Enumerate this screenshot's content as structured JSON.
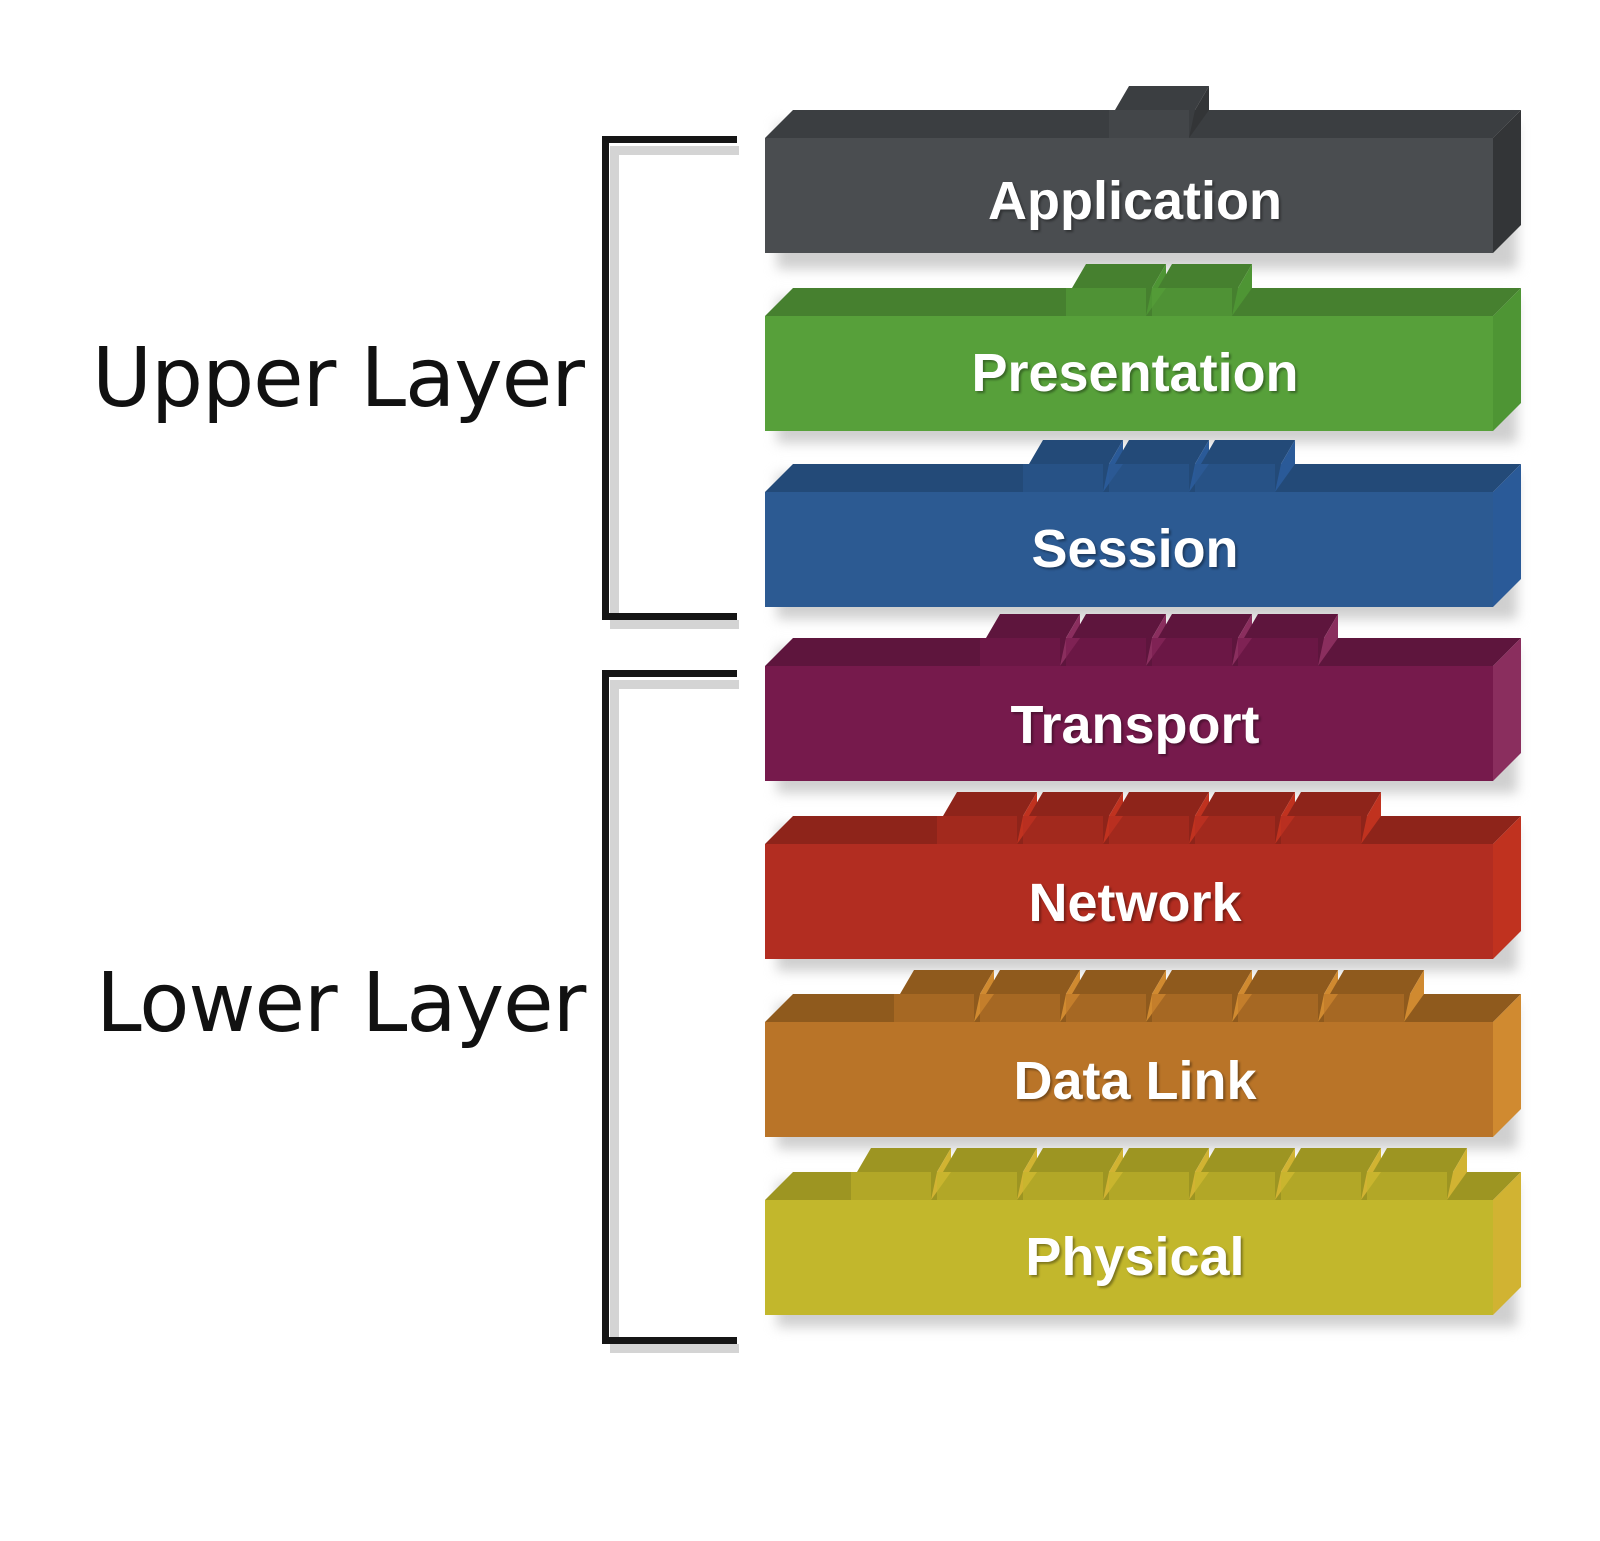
{
  "groups": {
    "upper": {
      "label": "Upper Layer"
    },
    "lower": {
      "label": "Lower Layer"
    }
  },
  "layers": [
    {
      "name": "Application",
      "color": "#4a4d50",
      "top_color": "#3b3e41",
      "side_color": "#333537",
      "tabs": 1
    },
    {
      "name": "Presentation",
      "color": "#57a03a",
      "top_color": "#46802f",
      "side_color": "#4e9534",
      "tabs": 2
    },
    {
      "name": "Session",
      "color": "#2c5a92",
      "top_color": "#234a78",
      "side_color": "#2a5a98",
      "tabs": 3
    },
    {
      "name": "Transport",
      "color": "#761a4c",
      "top_color": "#5e153d",
      "side_color": "#8a2e5e",
      "tabs": 4
    },
    {
      "name": "Network",
      "color": "#b22d21",
      "top_color": "#8e241a",
      "side_color": "#c0321f",
      "tabs": 5
    },
    {
      "name": "Data Link",
      "color": "#b97428",
      "top_color": "#8f5a1d",
      "side_color": "#d08a30",
      "tabs": 6
    },
    {
      "name": "Physical",
      "color": "#c2b72c",
      "top_color": "#9d9522",
      "side_color": "#d1b332",
      "tabs": 7
    }
  ]
}
